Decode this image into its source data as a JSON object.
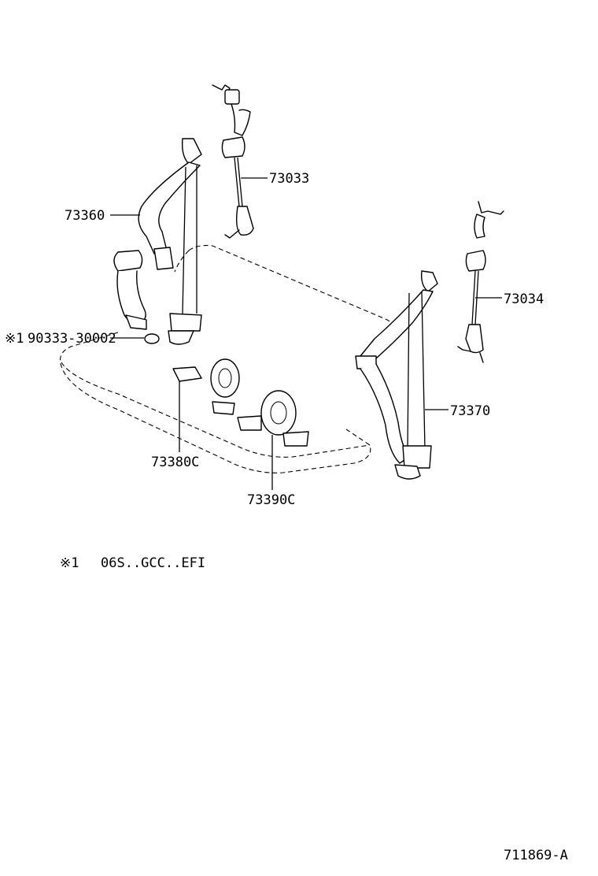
{
  "callouts": {
    "p73033": "73033",
    "p73360": "73360",
    "p73034": "73034",
    "p90333": "90333-30002",
    "p73370": "73370",
    "p73380c": "73380C",
    "p73390c": "73390C"
  },
  "marks": {
    "note_mark_callout": "※1",
    "note_mark_footer": "※1"
  },
  "footnote": {
    "text": "06S..GCC..EFI"
  },
  "figure_id": "711869-A"
}
